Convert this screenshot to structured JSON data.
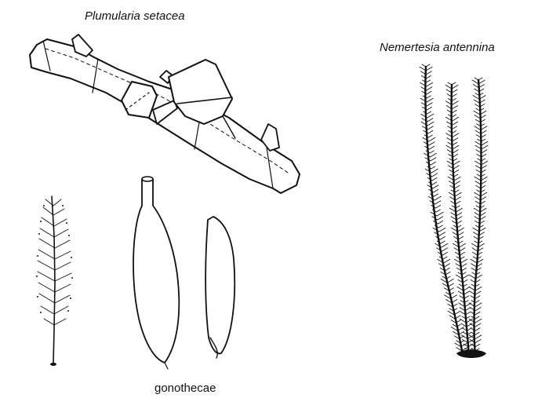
{
  "labels": {
    "plumularia": "Plumularia setacea",
    "nemertesia": "Nemertesia antennina",
    "gonothecae": "gonothecae"
  },
  "colors": {
    "ink": "#111111",
    "background": "#ffffff"
  }
}
